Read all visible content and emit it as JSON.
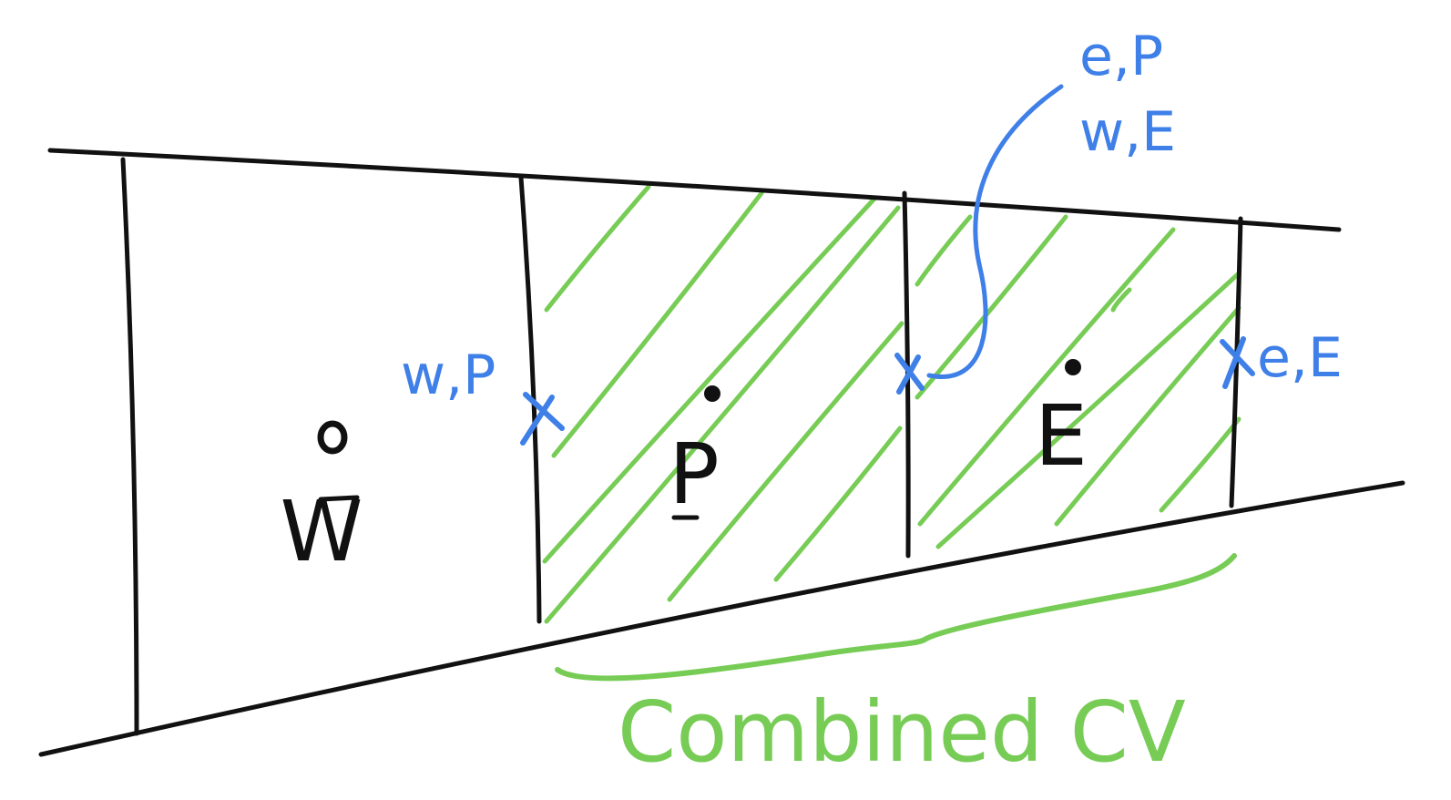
{
  "colors": {
    "ink": "#111111",
    "annotation": "#3f7fe8",
    "highlight": "#77cc55",
    "background": "#ffffff"
  },
  "nodes": {
    "west": "W",
    "point": "P",
    "east": "E"
  },
  "faces": {
    "west_of_p": "w,P",
    "east_of_p": "e,P",
    "west_of_e": "w,E",
    "east_of_e": "e,E"
  },
  "caption": "Combined CV"
}
